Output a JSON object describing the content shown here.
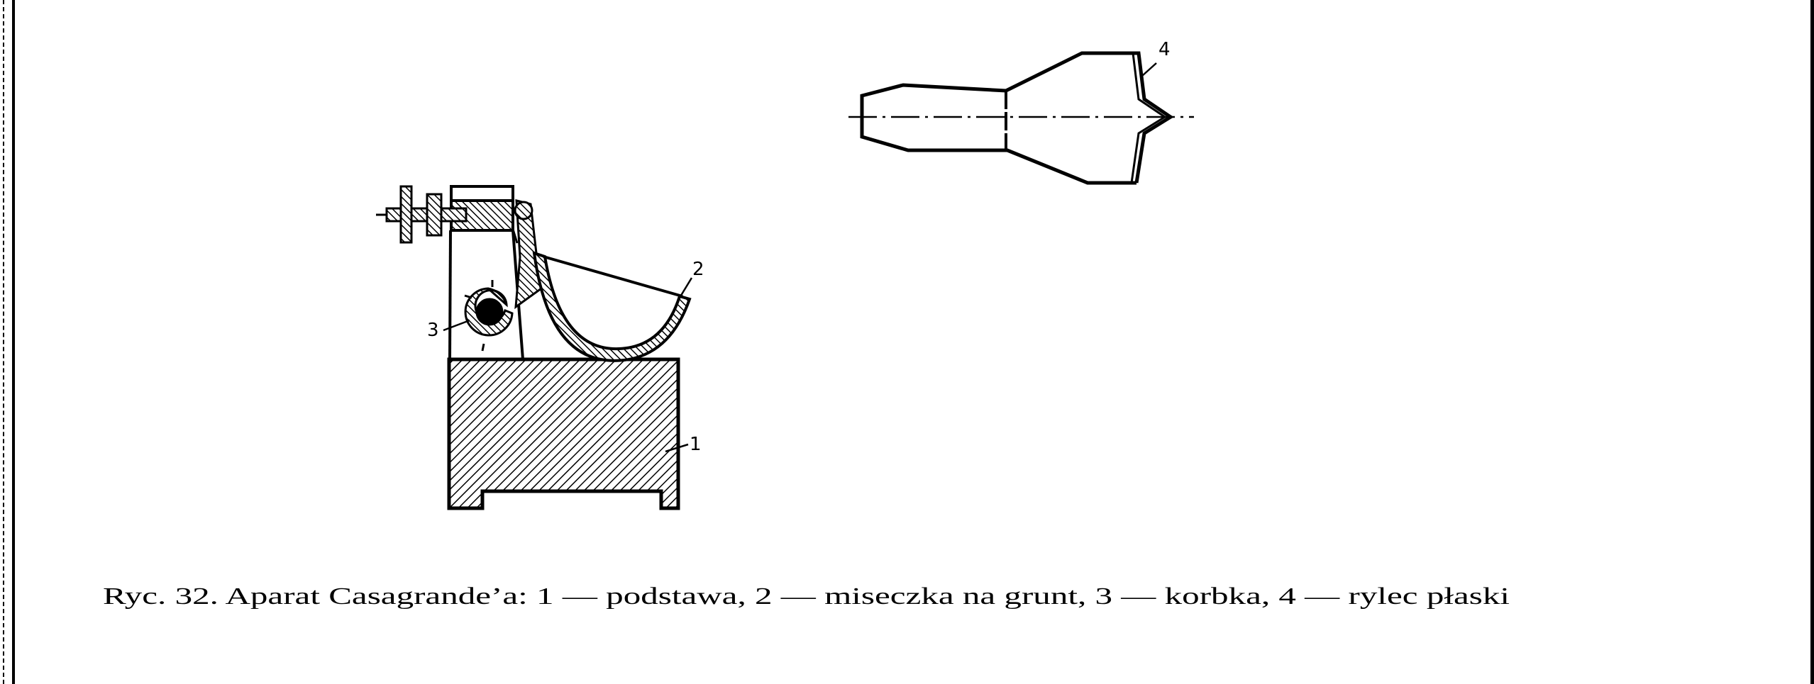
{
  "figure": {
    "labels": {
      "base": "1",
      "cup": "2",
      "crank": "3",
      "groover": "4"
    },
    "caption": "Ryc. 32. Aparat Casagrande’a: 1 — podstawa, 2 — miseczka na grunt, 3 — korbka, 4 — rylec płaski"
  }
}
